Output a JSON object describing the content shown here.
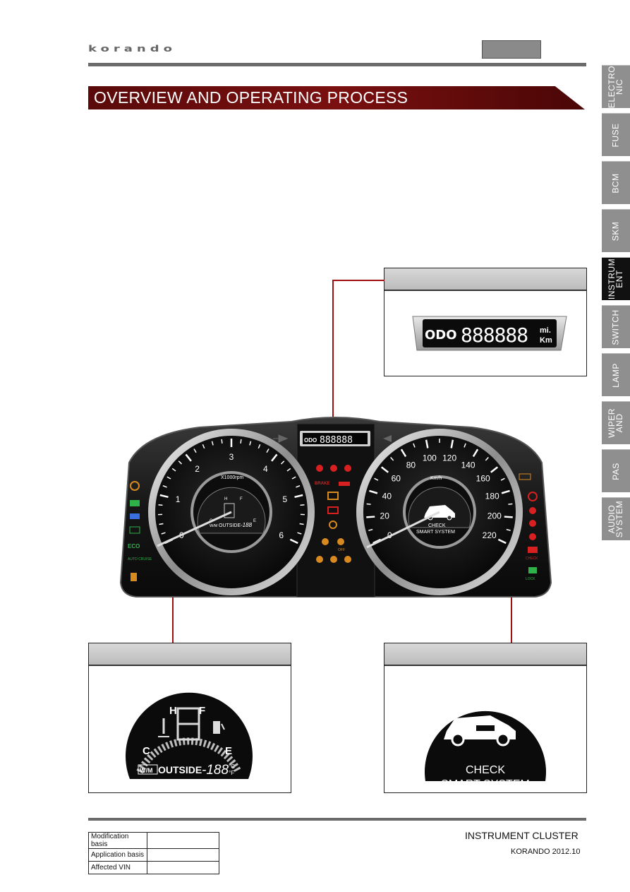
{
  "header": {
    "logo": "korando",
    "title": "OVERVIEW AND OPERATING PROCESS"
  },
  "side_tabs": [
    {
      "label": "ELECTRO\nNIC",
      "active": false
    },
    {
      "label": "FUSE",
      "active": false
    },
    {
      "label": "BCM",
      "active": false
    },
    {
      "label": "SKM",
      "active": false
    },
    {
      "label": "INSTRUM\nENT",
      "active": true
    },
    {
      "label": "SWITCH",
      "active": false
    },
    {
      "label": "LAMP",
      "active": false
    },
    {
      "label": "WIPER\nAND",
      "active": false
    },
    {
      "label": "PAS",
      "active": false
    },
    {
      "label": "AUDIO\nSYSTEM",
      "active": false
    }
  ],
  "odometer": {
    "label": "ODO",
    "digits": "888888",
    "unit_top": "mi.",
    "unit_bottom": "Km"
  },
  "tachometer": {
    "unit": "X1000rpm",
    "ticks": [
      "0",
      "1",
      "2",
      "3",
      "4",
      "5",
      "6"
    ]
  },
  "speedometer": {
    "unit": "Km/h",
    "ticks": [
      "0",
      "20",
      "40",
      "60",
      "80",
      "100",
      "120",
      "140",
      "160",
      "180",
      "200",
      "220"
    ]
  },
  "lcd_left": {
    "hot": "H",
    "full": "F",
    "cold": "C",
    "empty": "E",
    "wm": "W/M",
    "outside": "OUTSIDE",
    "temp": "-188",
    "deg_c": "°C",
    "deg_f": "°F"
  },
  "lcd_right": {
    "line1": "CHECK",
    "line2": "SMART SYSTEM",
    "question": "?"
  },
  "left_indicators": {
    "eco": "ECO",
    "auto_cruise": "AUTO\nCRUISE"
  },
  "center_indicators": {
    "brake": "BRAKE",
    "off": "OFF"
  },
  "right_indicators": {
    "check": "CHECK",
    "lock": "LOCK"
  },
  "footer": {
    "title": "INSTRUMENT CLUSTER",
    "subtitle": "KORANDO 2012.10",
    "rows": [
      {
        "label": "Modification basis",
        "value": ""
      },
      {
        "label": "Application basis",
        "value": ""
      },
      {
        "label": "Affected VIN",
        "value": ""
      }
    ]
  },
  "colors": {
    "accent": "#7a1010",
    "tab": "#8f8f8f",
    "tab_active": "#111111",
    "leader": "#a01010"
  }
}
